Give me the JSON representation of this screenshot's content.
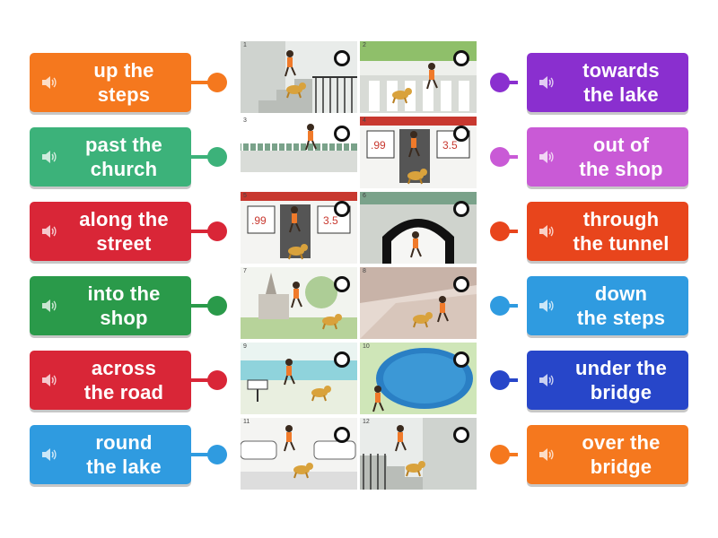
{
  "left_labels": [
    {
      "text": "up the\nsteps",
      "color": "#f5781e",
      "dot": "#f5781e"
    },
    {
      "text": "past the\nchurch",
      "color": "#3cb27a",
      "dot": "#3cb27a"
    },
    {
      "text": "along the\nstreet",
      "color": "#d92637",
      "dot": "#d92637"
    },
    {
      "text": "into the\nshop",
      "color": "#2a9a4a",
      "dot": "#2a9a4a"
    },
    {
      "text": "across\nthe road",
      "color": "#d92637",
      "dot": "#d92637"
    },
    {
      "text": "round\nthe lake",
      "color": "#2f9be0",
      "dot": "#2f9be0"
    }
  ],
  "right_labels": [
    {
      "text": "towards\nthe lake",
      "color": "#8a2fcf",
      "dot": "#8a2fcf"
    },
    {
      "text": "out of\nthe shop",
      "color": "#c95ad6",
      "dot": "#c95ad6"
    },
    {
      "text": "through\nthe tunnel",
      "color": "#e8451c",
      "dot": "#e8451c"
    },
    {
      "text": "down\nthe steps",
      "color": "#2f9be0",
      "dot": "#2f9be0"
    },
    {
      "text": "under the\nbridge",
      "color": "#2746c9",
      "dot": "#2746c9"
    },
    {
      "text": "over the\nbridge",
      "color": "#f5781e",
      "dot": "#f5781e"
    }
  ],
  "tiles": [
    {
      "num": "1",
      "scene": "steps-up"
    },
    {
      "num": "2",
      "scene": "crossing"
    },
    {
      "num": "3",
      "scene": "bridge-top"
    },
    {
      "num": "4",
      "scene": "shop"
    },
    {
      "num": "5",
      "scene": "shop"
    },
    {
      "num": "6",
      "scene": "tunnel"
    },
    {
      "num": "7",
      "scene": "church"
    },
    {
      "num": "8",
      "scene": "underpass"
    },
    {
      "num": "9",
      "scene": "lake-sign"
    },
    {
      "num": "10",
      "scene": "lake"
    },
    {
      "num": "11",
      "scene": "road"
    },
    {
      "num": "12",
      "scene": "steps-down"
    }
  ],
  "icons": {
    "label_icon": "speaker-icon",
    "slot_icon": "drop-target-icon"
  }
}
